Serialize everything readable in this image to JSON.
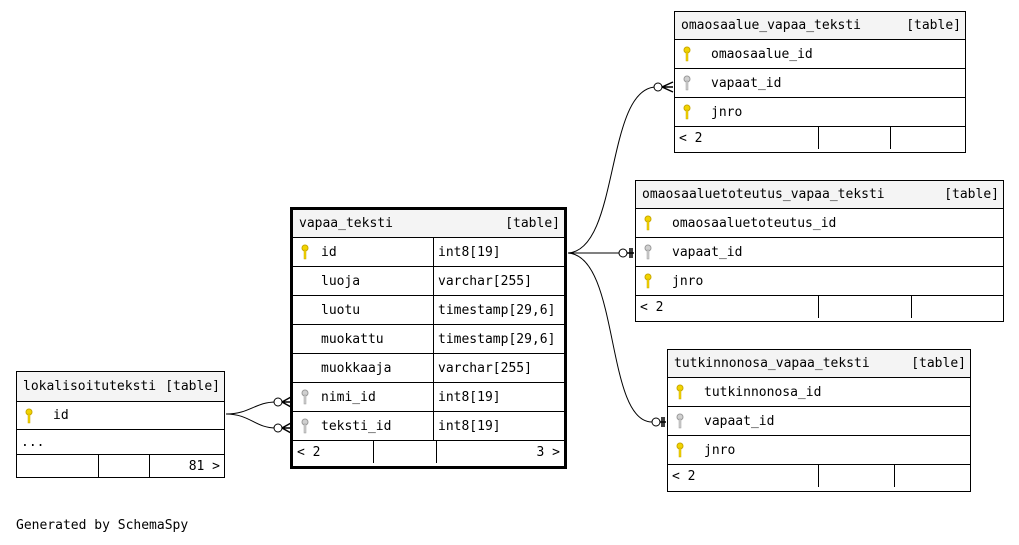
{
  "caption": "Generated by SchemaSpy",
  "tables": {
    "vapaa_teksti": {
      "name": "vapaa_teksti",
      "kind": "[table]",
      "columns": [
        {
          "name": "id",
          "type": "int8[19]",
          "key": "pk"
        },
        {
          "name": "luoja",
          "type": "varchar[255]",
          "key": ""
        },
        {
          "name": "luotu",
          "type": "timestamp[29,6]",
          "key": ""
        },
        {
          "name": "muokattu",
          "type": "timestamp[29,6]",
          "key": ""
        },
        {
          "name": "muokkaaja",
          "type": "varchar[255]",
          "key": ""
        },
        {
          "name": "nimi_id",
          "type": "int8[19]",
          "key": "fk"
        },
        {
          "name": "teksti_id",
          "type": "int8[19]",
          "key": "fk"
        }
      ],
      "footer_left": "< 2",
      "footer_right": "3 >"
    },
    "lokalisoituteksti": {
      "name": "lokalisoituteksti",
      "kind": "[table]",
      "columns": [
        {
          "name": "id",
          "key": "pk"
        }
      ],
      "ellipsis": "...",
      "footer_right": "81 >"
    },
    "omaosaalue_vapaa_teksti": {
      "name": "omaosaalue_vapaa_teksti",
      "kind": "[table]",
      "columns": [
        {
          "name": "omaosaalue_id",
          "key": "pk"
        },
        {
          "name": "vapaat_id",
          "key": "fk"
        },
        {
          "name": "jnro",
          "key": "pk"
        }
      ],
      "footer_left": "< 2"
    },
    "omaosaaluetoteutus_vapaa_teksti": {
      "name": "omaosaaluetoteutus_vapaa_teksti",
      "kind": "[table]",
      "columns": [
        {
          "name": "omaosaaluetoteutus_id",
          "key": "pk"
        },
        {
          "name": "vapaat_id",
          "key": "fk"
        },
        {
          "name": "jnro",
          "key": "pk"
        }
      ],
      "footer_left": "< 2"
    },
    "tutkinnonosa_vapaa_teksti": {
      "name": "tutkinnonosa_vapaa_teksti",
      "kind": "[table]",
      "columns": [
        {
          "name": "tutkinnonosa_id",
          "key": "pk"
        },
        {
          "name": "vapaat_id",
          "key": "fk"
        },
        {
          "name": "jnro",
          "key": "pk"
        }
      ],
      "footer_left": "< 2"
    }
  },
  "colors": {
    "pk_key": "#f2d400",
    "fk_key": "#b0b0b0",
    "header_bg": "#f4f4f4"
  }
}
